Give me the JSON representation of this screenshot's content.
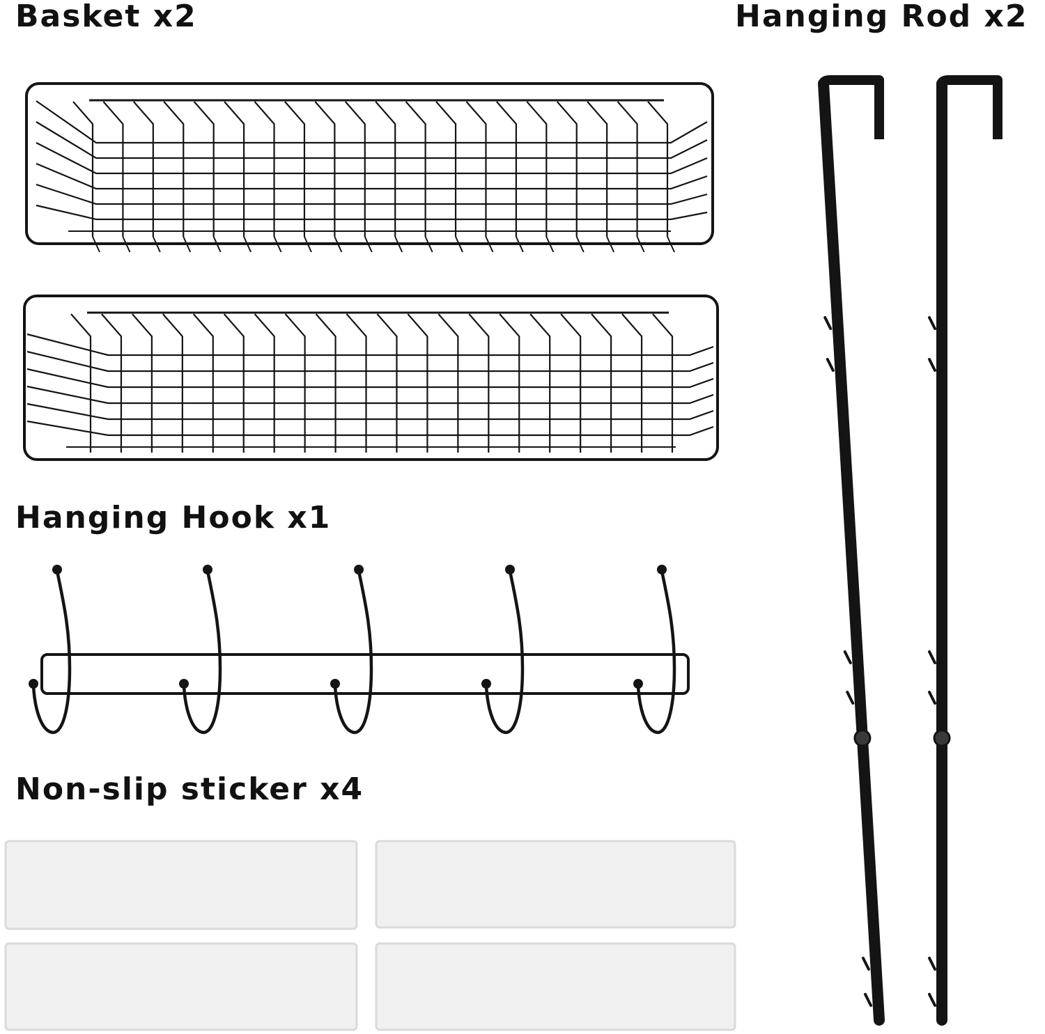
{
  "labels": {
    "basket": "Basket x2",
    "rod": "Hanging Rod x2",
    "hook": "Hanging Hook x1",
    "sticker": "Non-slip sticker x4"
  },
  "colors": {
    "wire": "#141414",
    "sticker_fill": "#f0f0f0",
    "sticker_edge": "#dadada",
    "background": "#ffffff"
  }
}
